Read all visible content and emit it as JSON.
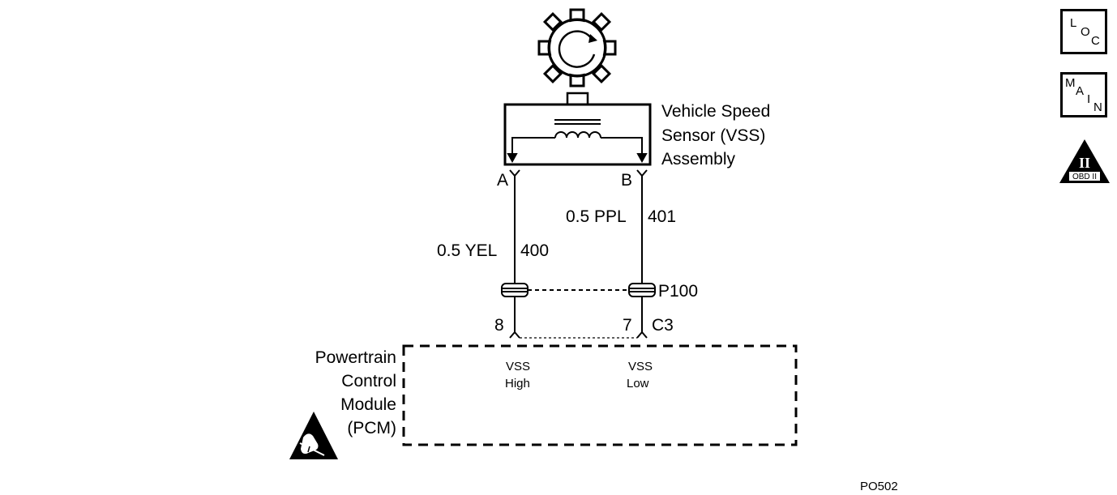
{
  "component": {
    "name_lines": [
      "Vehicle Speed",
      "Sensor (VSS)",
      "Assembly"
    ],
    "pin_a": "A",
    "pin_b": "B"
  },
  "wires": {
    "left": {
      "gauge_color": "0.5 YEL",
      "circuit": "400"
    },
    "right": {
      "gauge_color": "0.5 PPL",
      "circuit": "401"
    }
  },
  "connector": {
    "name": "P100",
    "left_pin": "8",
    "right_pin": "7",
    "connector_id": "C3"
  },
  "module": {
    "name_lines": [
      "Powertrain",
      "Control",
      "Module",
      "(PCM)"
    ],
    "left_input": [
      "VSS",
      "High"
    ],
    "right_input": [
      "VSS",
      "Low"
    ]
  },
  "side_nav": {
    "loc": [
      "L",
      "O",
      "C"
    ],
    "main": [
      "M",
      "A",
      "I",
      "N"
    ],
    "obd": {
      "symbol": "II",
      "label": "OBD II"
    }
  },
  "figure_id": "PO502"
}
